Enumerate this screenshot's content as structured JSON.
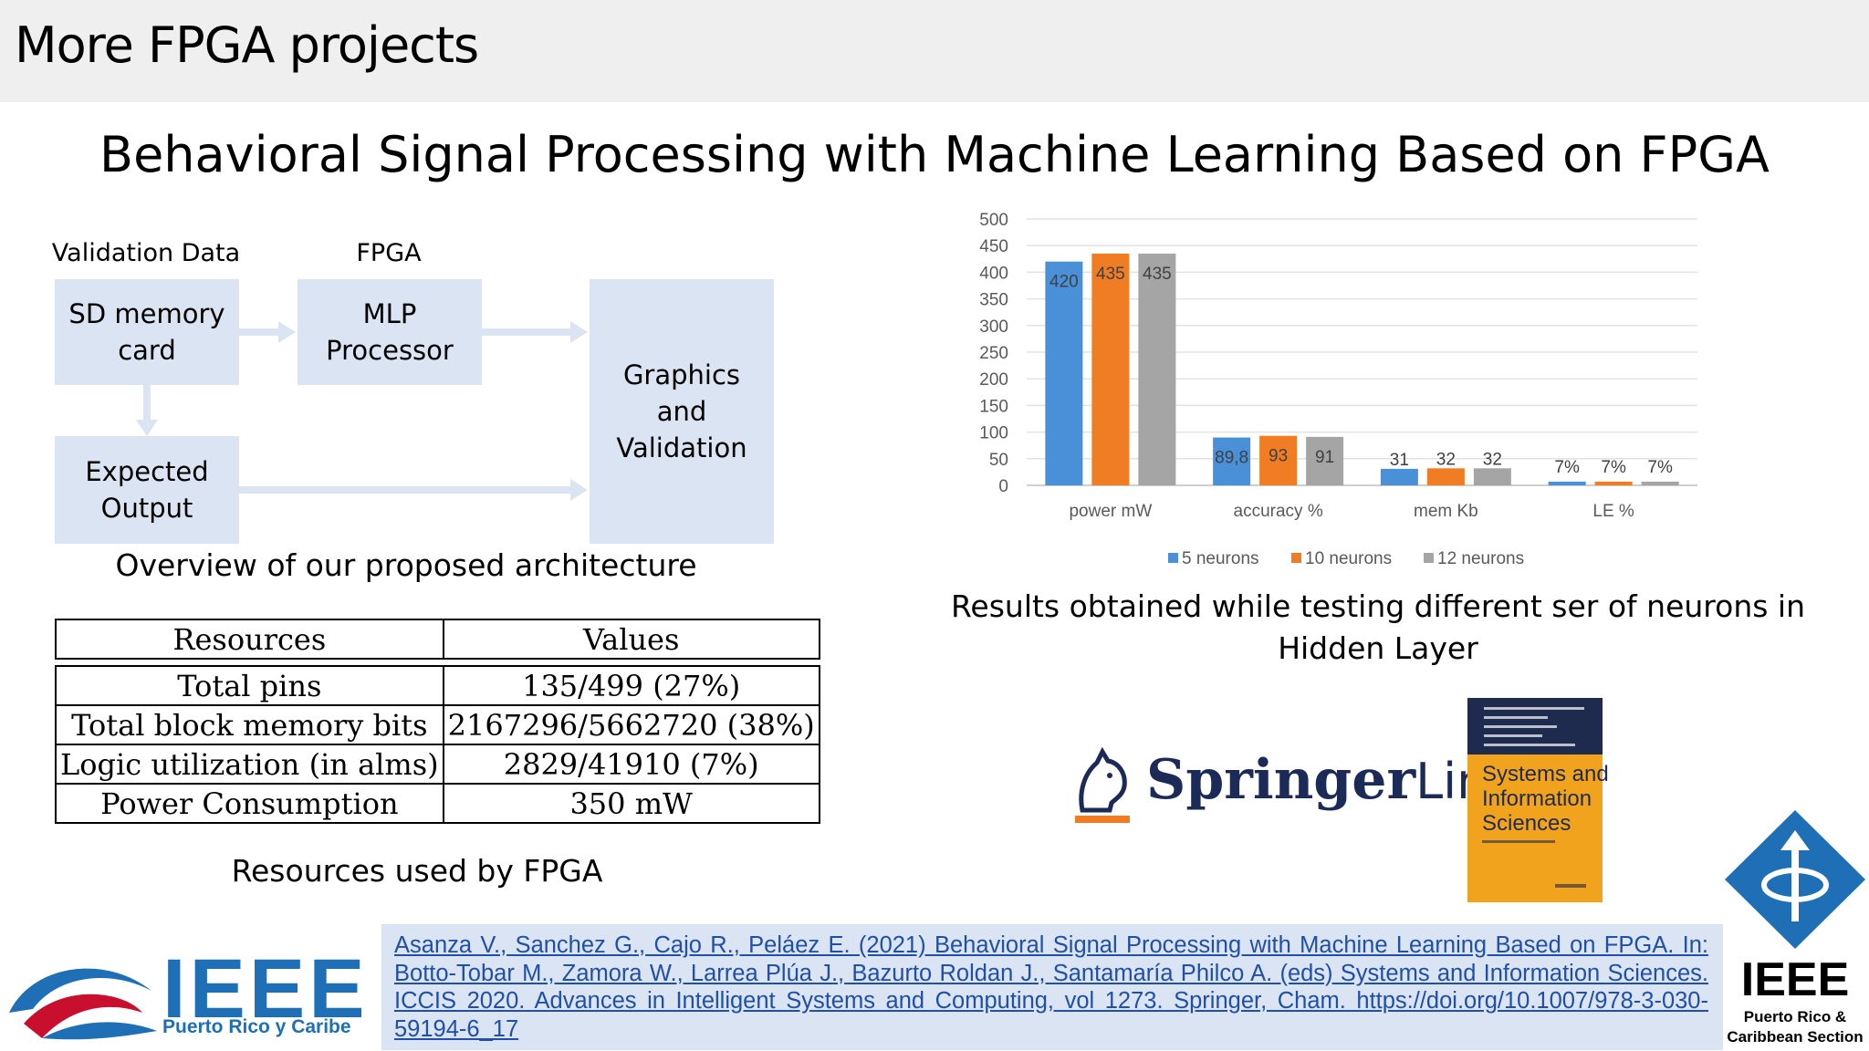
{
  "slide": {
    "title": "More FPGA projects",
    "main_title": "Behavioral Signal Processing with Machine Learning Based on FPGA"
  },
  "diagram": {
    "label_validation": "Validation Data",
    "label_fpga": "FPGA",
    "box_sd_line1": "SD memory",
    "box_sd_line2": "card",
    "box_mlp_line1": "MLP",
    "box_mlp_line2": "Processor",
    "box_expected_line1": "Expected",
    "box_expected_line2": "Output",
    "box_graphics_line1": "Graphics",
    "box_graphics_line2": "and",
    "box_graphics_line3": "Validation",
    "caption": "Overview of our proposed architecture",
    "box_color": "#dbe4f3",
    "arrow_color": "#dbe4f3"
  },
  "resources_table": {
    "headers": [
      "Resources",
      "Values"
    ],
    "rows": [
      [
        "Total pins",
        "135/499 (27%)"
      ],
      [
        "Total block memory bits",
        "2167296/5662720 (38%)"
      ],
      [
        "Logic utilization (in alms)",
        "2829/41910 (7%)"
      ],
      [
        "Power Consumption",
        "350 mW"
      ]
    ],
    "caption": "Resources used by FPGA"
  },
  "chart_data": {
    "type": "bar",
    "categories": [
      "power mW",
      "accuracy %",
      "mem Kb",
      "LE %"
    ],
    "series": [
      {
        "name": "5 neurons",
        "values": [
          420,
          89.8,
          31,
          7
        ],
        "labels": [
          "420",
          "89,8",
          "31",
          "7%"
        ],
        "color": "#4a90d9"
      },
      {
        "name": "10 neurons",
        "values": [
          435,
          93,
          32,
          7
        ],
        "labels": [
          "435",
          "93",
          "32",
          "7%"
        ],
        "color": "#f07d24"
      },
      {
        "name": "12 neurons",
        "values": [
          435,
          91,
          32,
          7
        ],
        "labels": [
          "435",
          "91",
          "32",
          "7%"
        ],
        "color": "#a5a5a5"
      }
    ],
    "yticks": [
      "0",
      "50",
      "100",
      "150",
      "200",
      "250",
      "300",
      "350",
      "400",
      "450",
      "500"
    ],
    "ylim": [
      0,
      500
    ],
    "grid": true,
    "legend": "bottom",
    "caption_line1": "Results obtained while testing different ser of neurons in",
    "caption_line2": "Hidden Layer"
  },
  "springer": {
    "logo_text_bold": "Springer",
    "logo_text_light": "Link",
    "book_title_line1": "Systems and",
    "book_title_line2": "Information",
    "book_title_line3": "Sciences",
    "brand_color": "#f07d24"
  },
  "citation": {
    "text": "Asanza V., Sanchez G., Cajo R., Peláez E. (2021) Behavioral Signal Processing with Machine Learning Based on FPGA. In: Botto-Tobar M., Zamora W., Larrea Plúa J., Bazurto Roldan J., Santamaría Philco A. (eds) Systems and Information Sciences. ICCIS 2020. Advances in Intelligent Systems and Computing, vol 1273. Springer, Cham. https://doi.org/10.1007/978-3-030-59194-6_17"
  },
  "logos": {
    "ieee_left_text": "IEEE",
    "ieee_left_sub": "Puerto Rico y Caribe",
    "ieee_right_text": "IEEE",
    "ieee_right_sub1": "Puerto Rico &",
    "ieee_right_sub2": "Caribbean Section",
    "ieee_blue": "#1e6fb5"
  }
}
